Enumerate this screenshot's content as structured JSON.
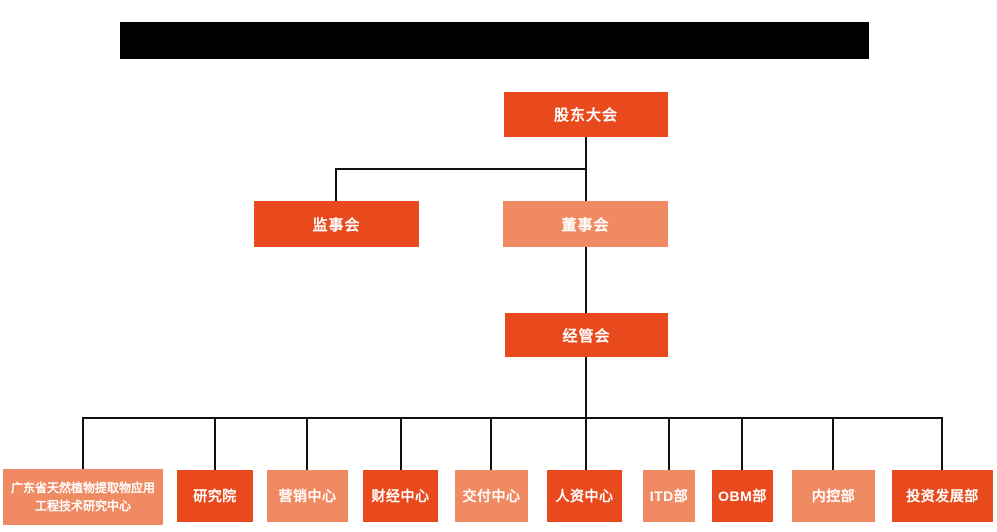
{
  "colors": {
    "node_primary": "#E8491D",
    "node_secondary": "#EF8A62",
    "connector": "#111111",
    "redaction": "#000000"
  },
  "chart": {
    "type": "org-chart",
    "title_redacted": "",
    "root": {
      "label": "股东大会"
    },
    "level2": [
      {
        "label": "监事会"
      },
      {
        "label": "董事会"
      }
    ],
    "level3": {
      "label": "经管会"
    },
    "departments": [
      {
        "label": "广东省天然植物提取物应用工程技术研究中心"
      },
      {
        "label": "研究院"
      },
      {
        "label": "营销中心"
      },
      {
        "label": "财经中心"
      },
      {
        "label": "交付中心"
      },
      {
        "label": "人资中心"
      },
      {
        "label": "ITD部"
      },
      {
        "label": "OBM部"
      },
      {
        "label": "内控部"
      },
      {
        "label": "投资发展部"
      }
    ]
  }
}
